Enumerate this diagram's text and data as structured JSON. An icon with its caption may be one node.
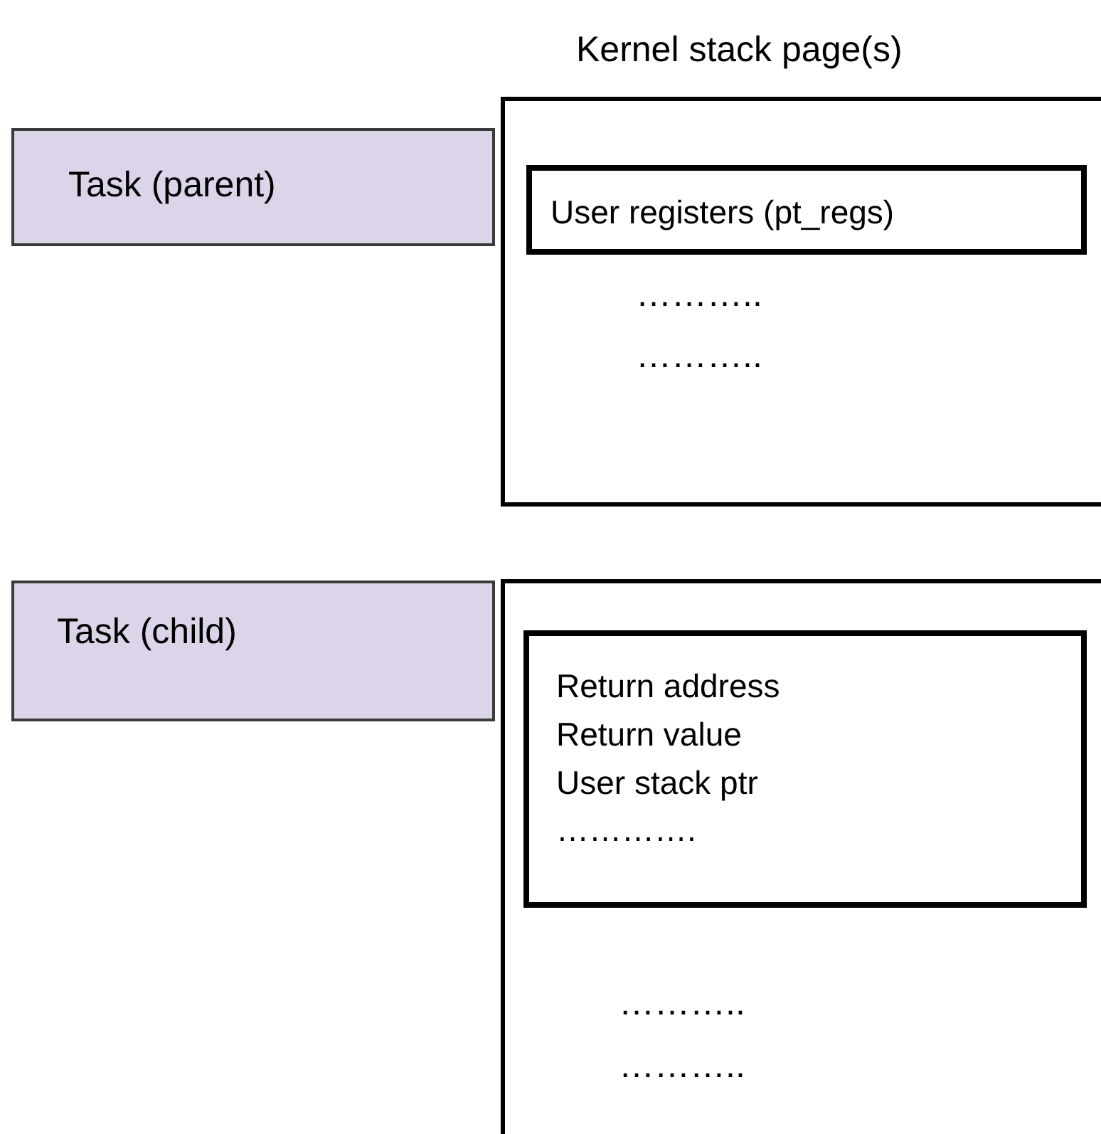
{
  "diagram": {
    "nodes": [
      {
        "text": [
          "Task (parent)"
        ]
      },
      {
        "text": [
          "Kernel stack page(s)",
          "………..",
          "……….."
        ]
      },
      {
        "text": [
          "User registers (pt_regs)"
        ],
        "in": 1
      },
      {
        "text": [
          "Task (child)"
        ]
      },
      {
        "text": [
          "………..",
          "……….."
        ]
      },
      {
        "text": [
          "Return address",
          "Return value",
          "User stack ptr",
          "…………."
        ],
        "in": 4
      }
    ]
  }
}
